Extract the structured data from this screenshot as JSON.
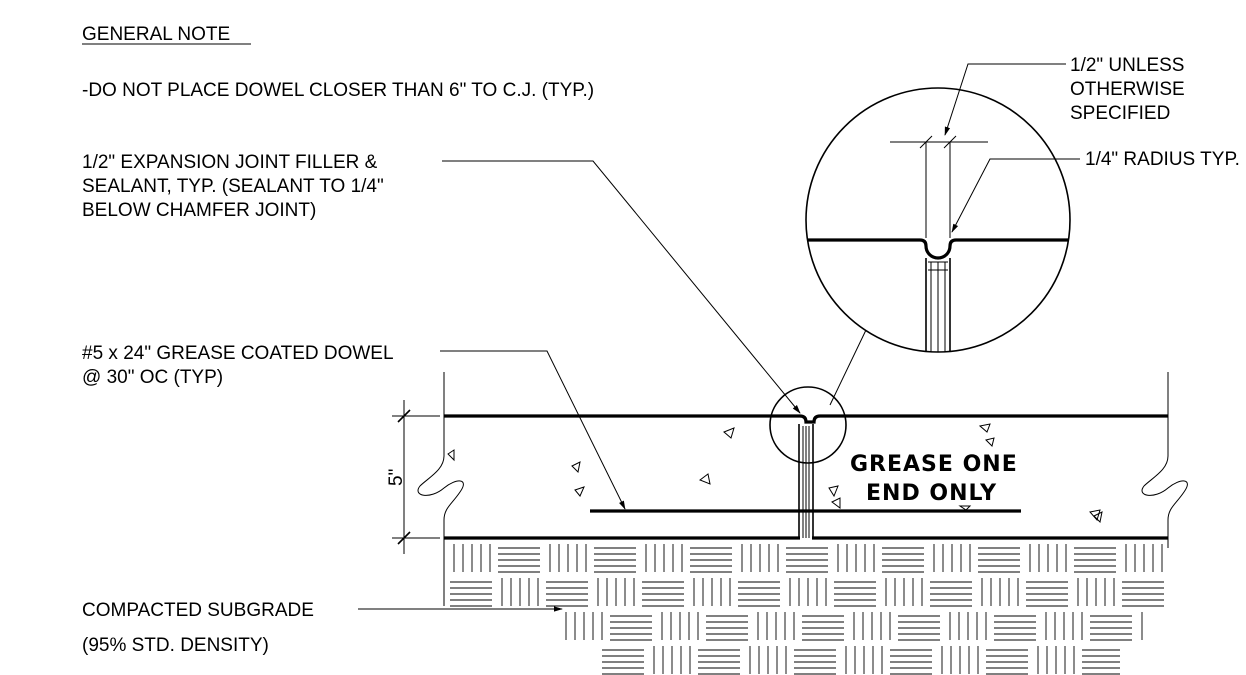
{
  "general_note": {
    "heading": "GENERAL NOTE",
    "line": "-DO NOT PLACE DOWEL CLOSER THAN 6\" TO C.J. (TYP.)"
  },
  "callouts": {
    "filler": [
      "1/2\" EXPANSION JOINT FILLER &",
      "SEALANT, TYP. (SEALANT TO 1/4\"",
      "BELOW CHAMFER JOINT)"
    ],
    "dowel": [
      "#5 x 24\" GREASE COATED DOWEL",
      "@ 30\" OC (TYP)"
    ],
    "subgrade": [
      "COMPACTED SUBGRADE",
      "(95% STD. DENSITY)"
    ],
    "gap": [
      "1/2\" UNLESS",
      "OTHERWISE",
      "SPECIFIED"
    ],
    "radius": "1/4\" RADIUS TYP."
  },
  "slab_note": [
    "GREASE ONE",
    "END ONLY"
  ],
  "thickness": "5\""
}
